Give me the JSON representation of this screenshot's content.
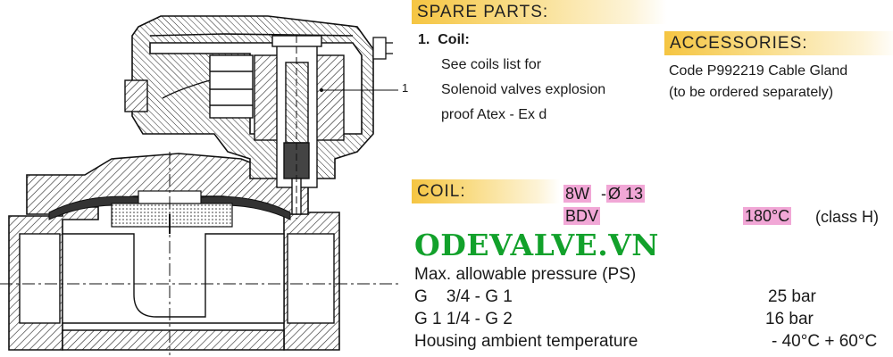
{
  "spare_parts": {
    "header": "SPARE PARTS:",
    "item_number": "1.",
    "item_title": "Coil:",
    "item_lines": [
      "See coils list for",
      "Solenoid valves explosion",
      "proof Atex - Ex d"
    ]
  },
  "accessories": {
    "header": "ACCESSORIES:",
    "lines": [
      "Code P992219  Cable Gland",
      "(to be ordered separately)"
    ]
  },
  "coil": {
    "header": "COIL:",
    "power": "8W",
    "dash": "-",
    "diameter": "Ø 13",
    "type": "BDV",
    "temperature": "180°C",
    "class": "(class H)"
  },
  "brand": "ODEVALVE.VN",
  "specs": {
    "pressure_title": "Max. allowable pressure (PS)",
    "rows": [
      {
        "label": "G    3/4 - G 1",
        "value": "25 bar"
      },
      {
        "label": "G 1 1/4 - G 2",
        "value": "16 bar"
      },
      {
        "label": "Housing ambient temperature",
        "value": "- 40°C + 60°C"
      }
    ]
  },
  "drawing": {
    "callout_label": "1"
  },
  "colors": {
    "header_accent": "#f5c542",
    "highlight": "#f1a7d6",
    "brand_green": "#12a12b"
  }
}
